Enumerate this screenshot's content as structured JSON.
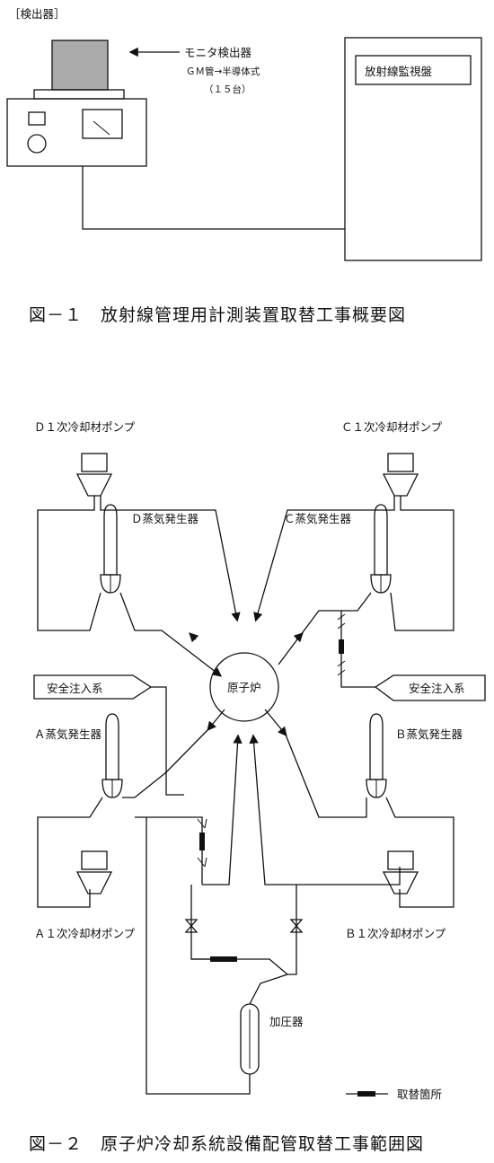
{
  "figure1": {
    "detector_bracket_label": "［検出器］",
    "monitor_label": "モニタ検出器",
    "gm_note": "ＧＭ管→半導体式",
    "count_note": "（１５台）",
    "panel_label": "放射線監視盤",
    "caption": "図－１　放射線管理用計測装置取替工事概要図"
  },
  "figure2": {
    "pump_d": "Ｄ１次冷却材ポンプ",
    "pump_c": "Ｃ１次冷却材ポンプ",
    "pump_a": "Ａ１次冷却材ポンプ",
    "pump_b": "Ｂ１次冷却材ポンプ",
    "sg_d": "Ｄ蒸気発生器",
    "sg_c": "Ｃ蒸気発生器",
    "sg_a": "Ａ蒸気発生器",
    "sg_b": "Ｂ蒸気発生器",
    "reactor": "原子炉",
    "safety_left": "安全注入系",
    "safety_right": "安全注入系",
    "pressurizer": "加圧器",
    "legend": "取替箇所",
    "caption": "図－２　原子炉冷却系統設備配管取替工事範囲図"
  }
}
